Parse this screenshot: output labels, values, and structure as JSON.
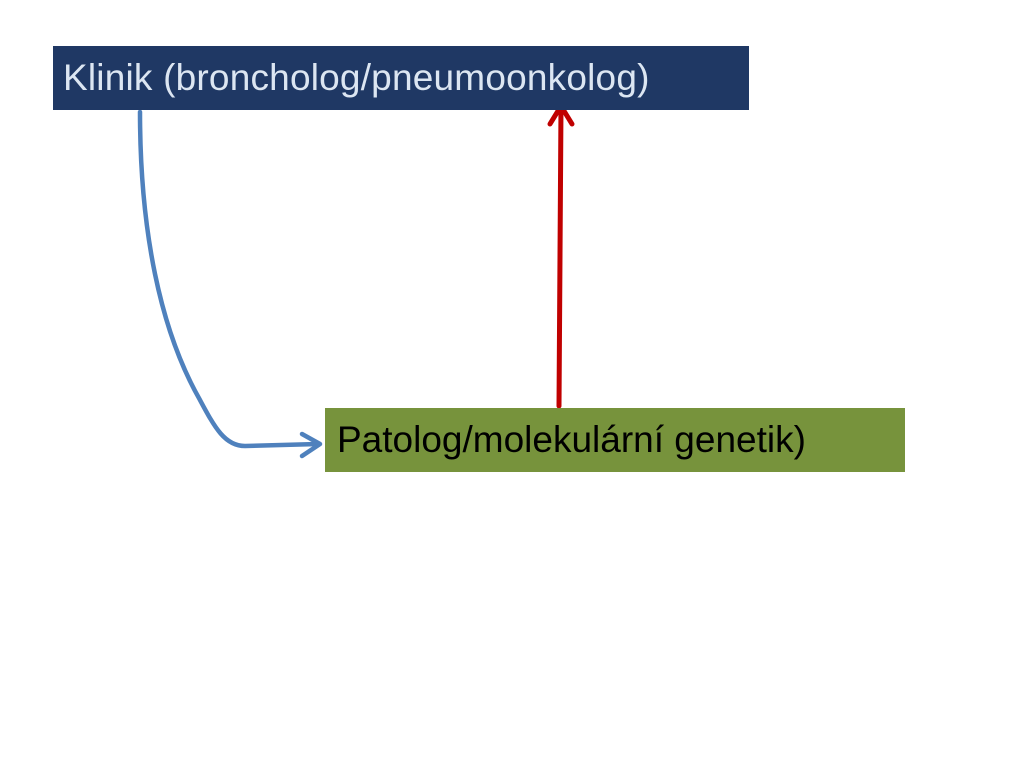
{
  "diagram": {
    "nodes": {
      "clinic": {
        "label": "Klinik (broncholog/pneumoonkolog)"
      },
      "pathology": {
        "label": "Patolog/molekulární genetik)"
      }
    },
    "edges": [
      {
        "from": "clinic",
        "to": "pathology",
        "color": "#4f81bd"
      },
      {
        "from": "pathology",
        "to": "clinic",
        "color": "#c00000"
      }
    ],
    "colors": {
      "clinic_fill": "#1f3864",
      "clinic_text": "#dce6f2",
      "pathology_fill": "#77933c",
      "pathology_text": "#000000"
    }
  }
}
